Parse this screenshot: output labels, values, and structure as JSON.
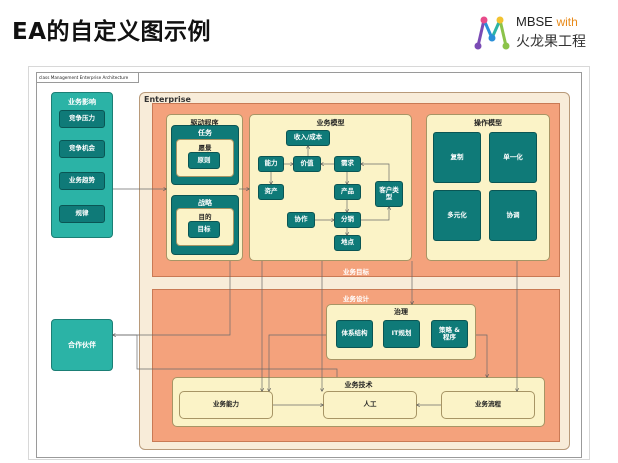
{
  "slide": {
    "title": "EA的自定义图示例"
  },
  "brand": {
    "name": "MBSE",
    "with": "with",
    "subtitle": "火龙果工程"
  },
  "diagram": {
    "header": "class Management Enterprise Architecture"
  },
  "influences": {
    "title": "业务影响",
    "items": [
      "竞争压力",
      "竞争机会",
      "业务趋势",
      "规律"
    ]
  },
  "partner": {
    "label": "合作伙伴"
  },
  "enterprise": {
    "label": "Enterprise",
    "goals_label": "业务目标",
    "design_label": "业务设计",
    "drivers": {
      "title": "驱动程序",
      "mission": "任务",
      "vision": "愿景",
      "principle": "原则",
      "strategy": "战略",
      "purpose": "目的",
      "objective": "目标"
    },
    "business_model": {
      "title": "业务模型",
      "revenue_cost": "收入/成本",
      "capability": "能力",
      "value": "价值",
      "demand": "需求",
      "asset": "资产",
      "product": "产品",
      "customer_type": "客户类型",
      "collaboration": "协作",
      "distribution": "分销",
      "location": "地点"
    },
    "operating_model": {
      "title": "操作模型",
      "replication": "复制",
      "unification": "单一化",
      "diversification": "多元化",
      "coordination": "协调"
    },
    "governance": {
      "title": "治理",
      "structure": "体系结构",
      "it_planning": "IT规划",
      "policy": "策略 &\n程序"
    },
    "tech": {
      "title": "业务技术",
      "capability": "业务能力",
      "manual": "人工",
      "process": "业务流程"
    }
  }
}
